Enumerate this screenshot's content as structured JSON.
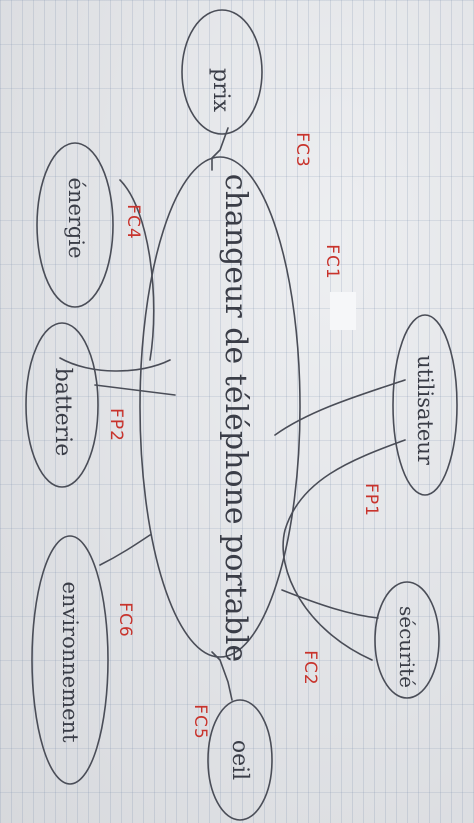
{
  "diagram": {
    "center": "changeur de téléphone portable",
    "nodes": {
      "prix": "prix",
      "energie": "énergie",
      "batterie": "batterie",
      "environnement": "environnement",
      "utilisateur": "utilisateur",
      "securite": "sécurité",
      "oeil": "oeil"
    },
    "functions": {
      "fc3": "FC3",
      "fc4": "FC4",
      "fc1": "FC1",
      "fp2": "FP2",
      "fc6": "FC6",
      "fp1": "FP1",
      "fc2": "FC2",
      "fc5": "FC5"
    }
  },
  "colors": {
    "ink": "#3a3d47",
    "function_labels": "#c8332c",
    "paper": "#e4e6ea"
  }
}
